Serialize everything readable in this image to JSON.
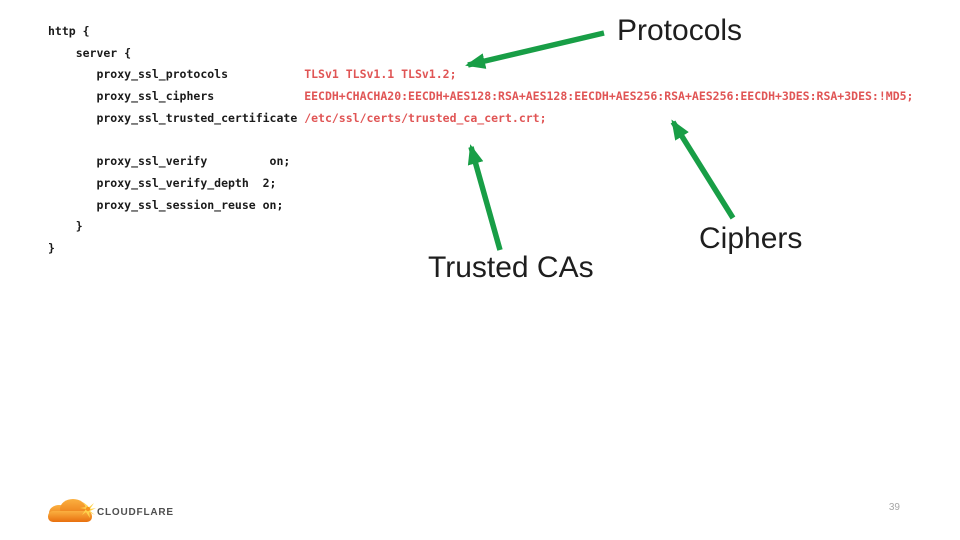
{
  "slide": {
    "code": {
      "lines": [
        {
          "plain": "http {",
          "red": ""
        },
        {
          "plain": "    server {",
          "red": ""
        },
        {
          "plain": "       proxy_ssl_protocols           ",
          "red": "TLSv1 TLSv1.1 TLSv1.2;"
        },
        {
          "plain": "       proxy_ssl_ciphers             ",
          "red": "EECDH+CHACHA20:EECDH+AES128:RSA+AES128:EECDH+AES256:RSA+AES256:EECDH+3DES:RSA+3DES:!MD5;"
        },
        {
          "plain": "       proxy_ssl_trusted_certificate ",
          "red": "/etc/ssl/certs/trusted_ca_cert.crt;"
        },
        {
          "plain": "",
          "red": ""
        },
        {
          "plain": "       proxy_ssl_verify         on;",
          "red": ""
        },
        {
          "plain": "       proxy_ssl_verify_depth  2;",
          "red": ""
        },
        {
          "plain": "       proxy_ssl_session_reuse on;",
          "red": ""
        },
        {
          "plain": "    }",
          "red": ""
        },
        {
          "plain": "}",
          "red": ""
        }
      ]
    },
    "labels": {
      "protocols": "Protocols",
      "ciphers": "Ciphers",
      "trusted_cas": "Trusted CAs"
    },
    "colors": {
      "code_text": "#1a1a1a",
      "code_value_red": "#e05555",
      "arrow_green": "#189e46",
      "brand_orange": "#f38020",
      "brand_orange_light": "#fbb040",
      "wordmark_gray": "#4f4f4f"
    },
    "footer": {
      "brand": "CLOUDFLARE",
      "page_number": "39"
    }
  }
}
